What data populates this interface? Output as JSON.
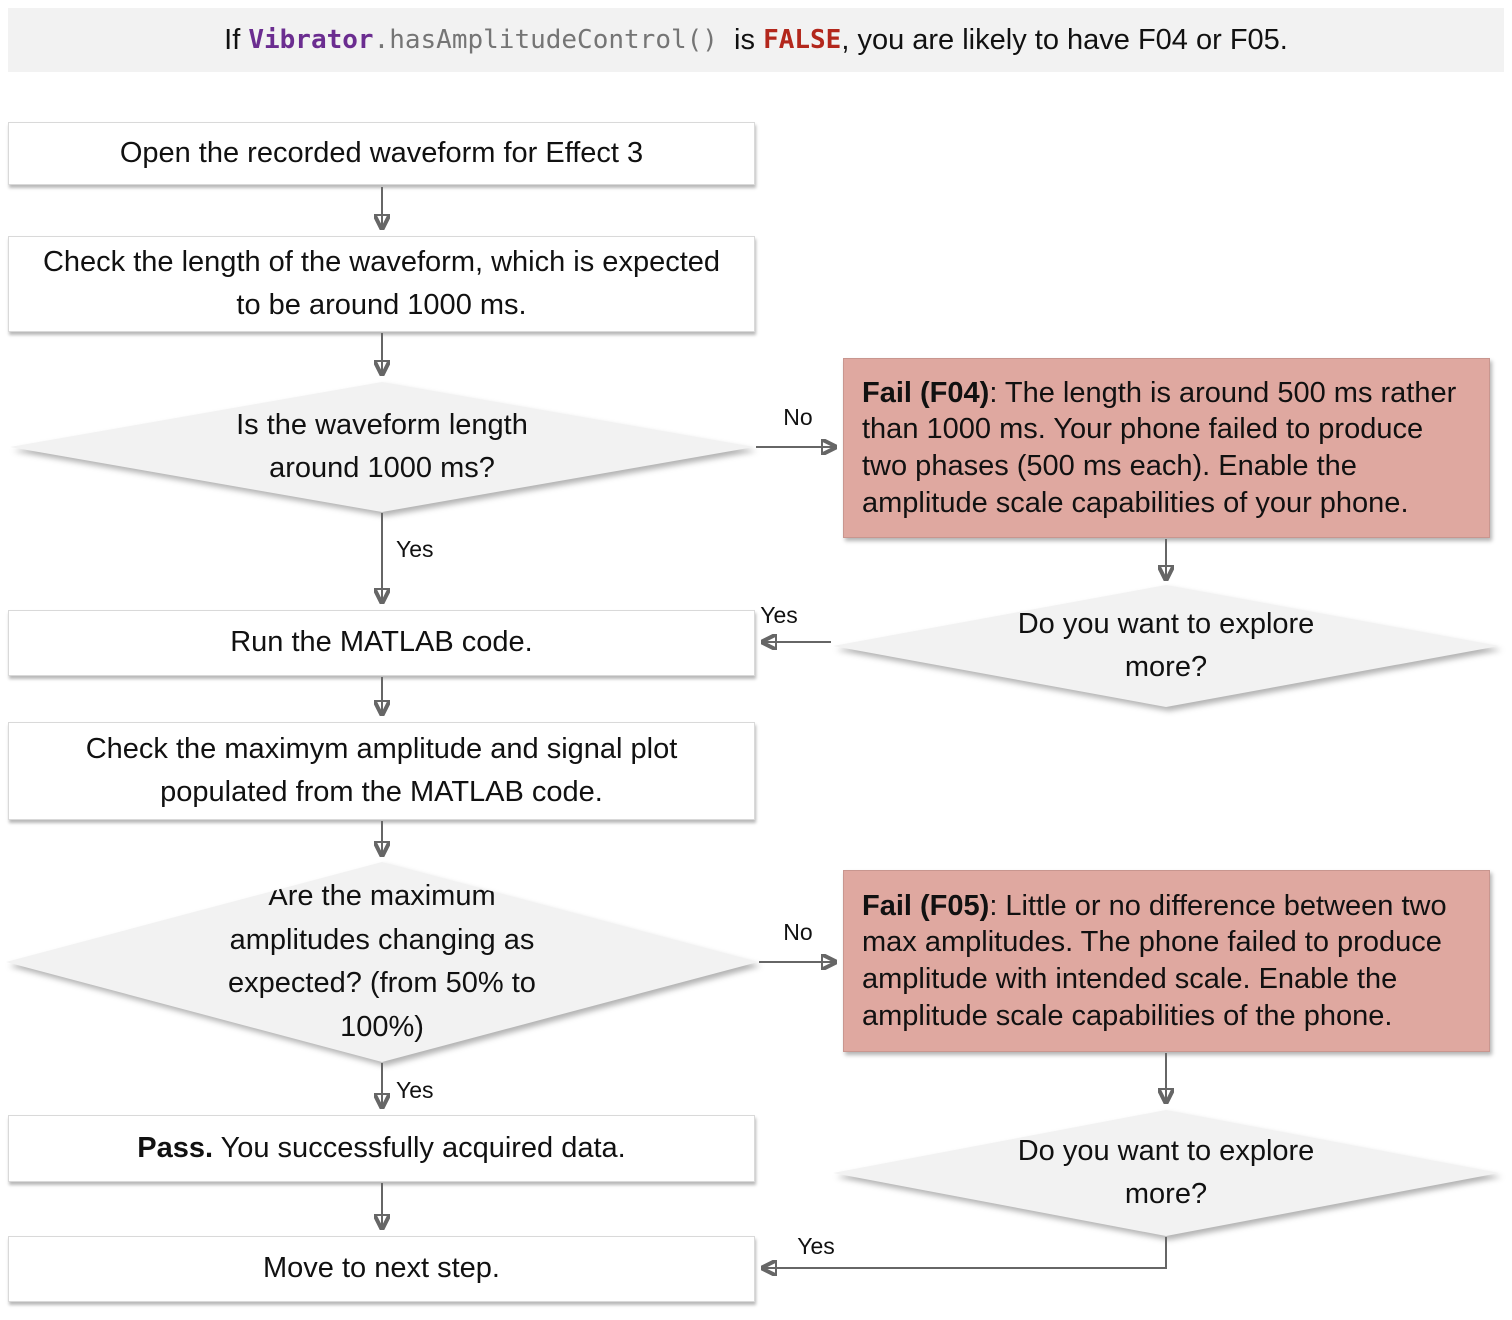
{
  "banner": {
    "text_if": "If ",
    "code_class": "Vibrator",
    "code_method": ".hasAmplitudeControl()",
    "text_is": "  is ",
    "code_false": "FALSE",
    "text_rest": ", you are likely to have F04 or F05."
  },
  "flow": {
    "open_waveform": "Open the recorded waveform for Effect 3",
    "check_length": "Check the length of the waveform, which is expected to be around 1000 ms.",
    "decision_length": "Is the waveform length around 1000 ms?",
    "run_matlab": "Run the MATLAB code.",
    "check_amplitude": "Check the maximym amplitude and signal plot populated from the MATLAB code.",
    "decision_amplitude": "Are the maximum amplitudes changing as expected? (from 50% to 100%)",
    "pass_bold": "Pass.",
    "pass_rest": " You successfully acquired data.",
    "move_next": "Move to next step."
  },
  "fail": {
    "f04_bold": "Fail (F04)",
    "f04_rest": ": The length is around 500 ms rather than 1000 ms. Your phone failed to produce two phases (500 ms each). Enable the amplitude scale capabilities of your phone.",
    "f05_bold": "Fail (F05)",
    "f05_rest": ": Little or no difference between two max amplitudes. The phone failed to produce amplitude with intended scale. Enable the amplitude scale capabilities of the phone.",
    "explore_more": "Do you want to explore more?"
  },
  "labels": {
    "yes": "Yes",
    "no": "No"
  },
  "colors": {
    "banner_bg": "#f2f2f2",
    "code_class": "#6b2d90",
    "code_method": "#757575",
    "code_false": "#b3271c",
    "fail_bg": "#dfa8a0",
    "diamond_bg": "#f2f2f2",
    "arrow": "#666666"
  }
}
